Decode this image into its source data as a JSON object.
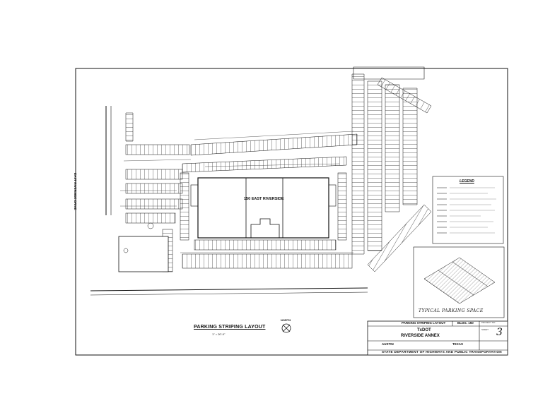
{
  "sheet": {
    "title": "PARKING STRIPING LAYOUT",
    "scale": "1\" = 20'-0\"",
    "north_label": "NORTH"
  },
  "site": {
    "building_label_line1": "150 EAST RIVERSIDE",
    "road_label": "EAST RIVERSIDE DRIVE"
  },
  "detail": {
    "title": "TYPICAL PARKING SPACE"
  },
  "legend": {
    "title": "LEGEND"
  },
  "title_block": {
    "project_label": "PARKING STRIPING LAYOUT",
    "bldg_label": "BLDG. 150",
    "project_no_label": "PROJECT NO.",
    "agency": "TxDOT",
    "project_name": "RIVERSIDE ANNEX",
    "sheet_label": "SHEET",
    "sheet_number": "3",
    "city": "AUSTIN",
    "state": "TEXAS",
    "department": "STATE DEPARTMENT OF HIGHWAYS AND PUBLIC TRANSPORTATION"
  }
}
